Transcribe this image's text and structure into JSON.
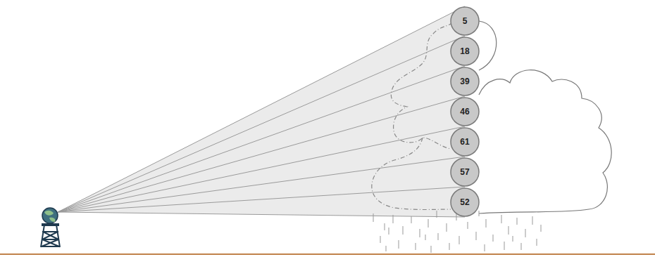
{
  "diagram": {
    "nodes": [
      {
        "text": [
          "5"
        ]
      },
      {
        "text": [
          "18"
        ]
      },
      {
        "text": [
          "39"
        ]
      },
      {
        "text": [
          "46"
        ]
      },
      {
        "text": [
          "61"
        ]
      },
      {
        "text": [
          "57"
        ]
      },
      {
        "text": [
          "52"
        ]
      }
    ]
  }
}
